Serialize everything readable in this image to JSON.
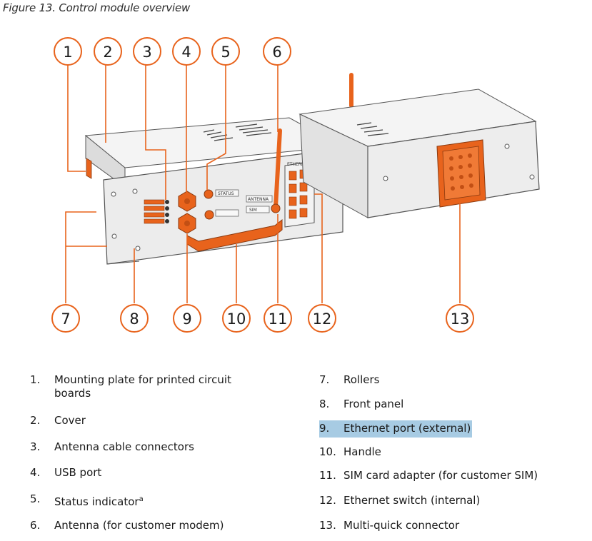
{
  "figure": {
    "caption": "Figure 13. Control module overview",
    "callouts": [
      "1",
      "2",
      "3",
      "4",
      "5",
      "6",
      "7",
      "8",
      "9",
      "10",
      "11",
      "12",
      "13"
    ],
    "panel_labels": {
      "status": "STATUS",
      "antenna": "ANTENNA",
      "sim": "SIM",
      "ethernet": "ETHERNET"
    },
    "colors": {
      "accent": "#e8631c",
      "highlight": "#a7cbe3",
      "metal": "#e9e9e9"
    }
  },
  "legend": [
    {
      "num": "1.",
      "text": "Mounting plate for printed circuit boards"
    },
    {
      "num": "2.",
      "text": "Cover"
    },
    {
      "num": "3.",
      "text": "Antenna cable connectors"
    },
    {
      "num": "4.",
      "text": "USB port"
    },
    {
      "num": "5.",
      "text": "Status indicator",
      "sup": "a"
    },
    {
      "num": "6.",
      "text": "Antenna (for customer modem)"
    },
    {
      "num": "7.",
      "text": "Rollers"
    },
    {
      "num": "8.",
      "text": "Front panel"
    },
    {
      "num": "9.",
      "text": "Ethernet port (external)",
      "highlighted": true
    },
    {
      "num": "10.",
      "text": "Handle"
    },
    {
      "num": "11.",
      "text": "SIM card adapter (for customer SIM)"
    },
    {
      "num": "12.",
      "text": "Ethernet switch (internal)"
    },
    {
      "num": "13.",
      "text": "Multi-quick connector"
    }
  ]
}
